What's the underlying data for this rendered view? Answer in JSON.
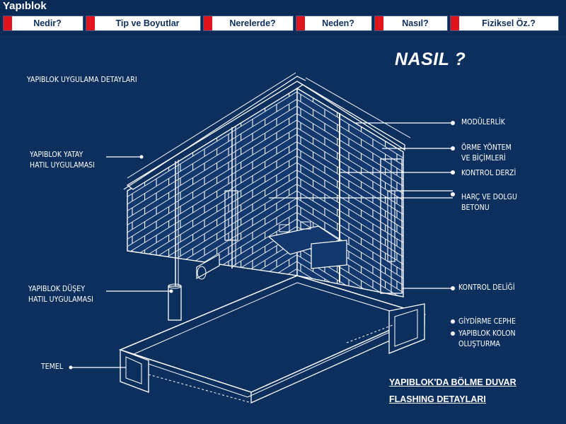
{
  "app": {
    "title": "Yapıblok"
  },
  "nav": {
    "items": [
      {
        "label": "Nedir?"
      },
      {
        "label": "Tip ve Boyutlar"
      },
      {
        "label": "Nerelerde?"
      },
      {
        "label": "Neden?"
      },
      {
        "label": "Nasıl?"
      },
      {
        "label": "Fiziksel Öz.?"
      }
    ]
  },
  "heading": "NASIL ?",
  "diagram": {
    "title": "YAPIBLOK UYGULAMA DETAYLARI",
    "left_labels": {
      "horizontal": "YAPIBLOK YATAY\nHATIL UYGULAMASI",
      "vertical": "YAPIBLOK DÜŞEY\nHATIL UYGULAMASI",
      "foundation": "TEMEL"
    },
    "right_labels": {
      "modularity": "MODÜLERLİK",
      "method": "ÖRME YÖNTEM\nVE BİÇİMLERİ",
      "joint": "KONTROL DERZİ",
      "mortar": "HARÇ VE DOLGU\nBETONU",
      "hole": "KONTROL DELİĞİ",
      "cladding": "GİYDİRME CEPHE",
      "column": "YAPIBLOK KOLON\nOLUŞTURMA"
    }
  },
  "links": {
    "partition": "YAPIBLOK'DA BÖLME DUVAR",
    "flashing": "FLASHING DETAYLARI"
  },
  "colors": {
    "background": "#0d2f5e",
    "accent_red": "#e0141c",
    "button_bg": "#ffffff",
    "button_text": "#0d2f5e"
  }
}
